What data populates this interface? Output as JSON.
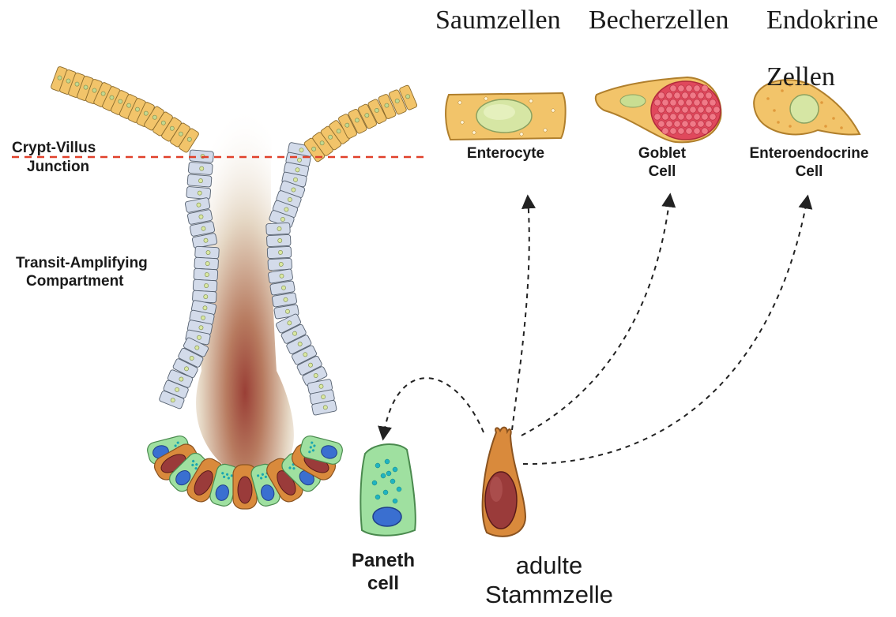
{
  "german_labels": {
    "enterocyte": "Saumzellen",
    "goblet": "Becherzellen",
    "endocrine_line1": "Endokrine",
    "endocrine_line2": "Zellen",
    "stem_line1": "adulte",
    "stem_line2": "Stammzelle"
  },
  "english_labels": {
    "junction_line1": "Crypt-Villus",
    "junction_line2": "Junction",
    "transit_line1": "Transit-Amplifying",
    "transit_line2": "Compartment",
    "enterocyte": "Enterocyte",
    "goblet_line1": "Goblet",
    "goblet_line2": "Cell",
    "enteroendocrine_line1": "Enteroendocrine",
    "enteroendocrine_line2": "Cell",
    "paneth_line1": "Paneth",
    "paneth_line2": "cell"
  },
  "colors": {
    "villus_cell": "#f2c46a",
    "crypt_cell": "#d3dbea",
    "paneth": "#9fe0a0",
    "stem": "#d98a3c",
    "nucleus_stem": "#9a3b3a",
    "goblet_granules": "#e0485c",
    "junction_line": "#e0402a",
    "arrows": "#222222"
  }
}
